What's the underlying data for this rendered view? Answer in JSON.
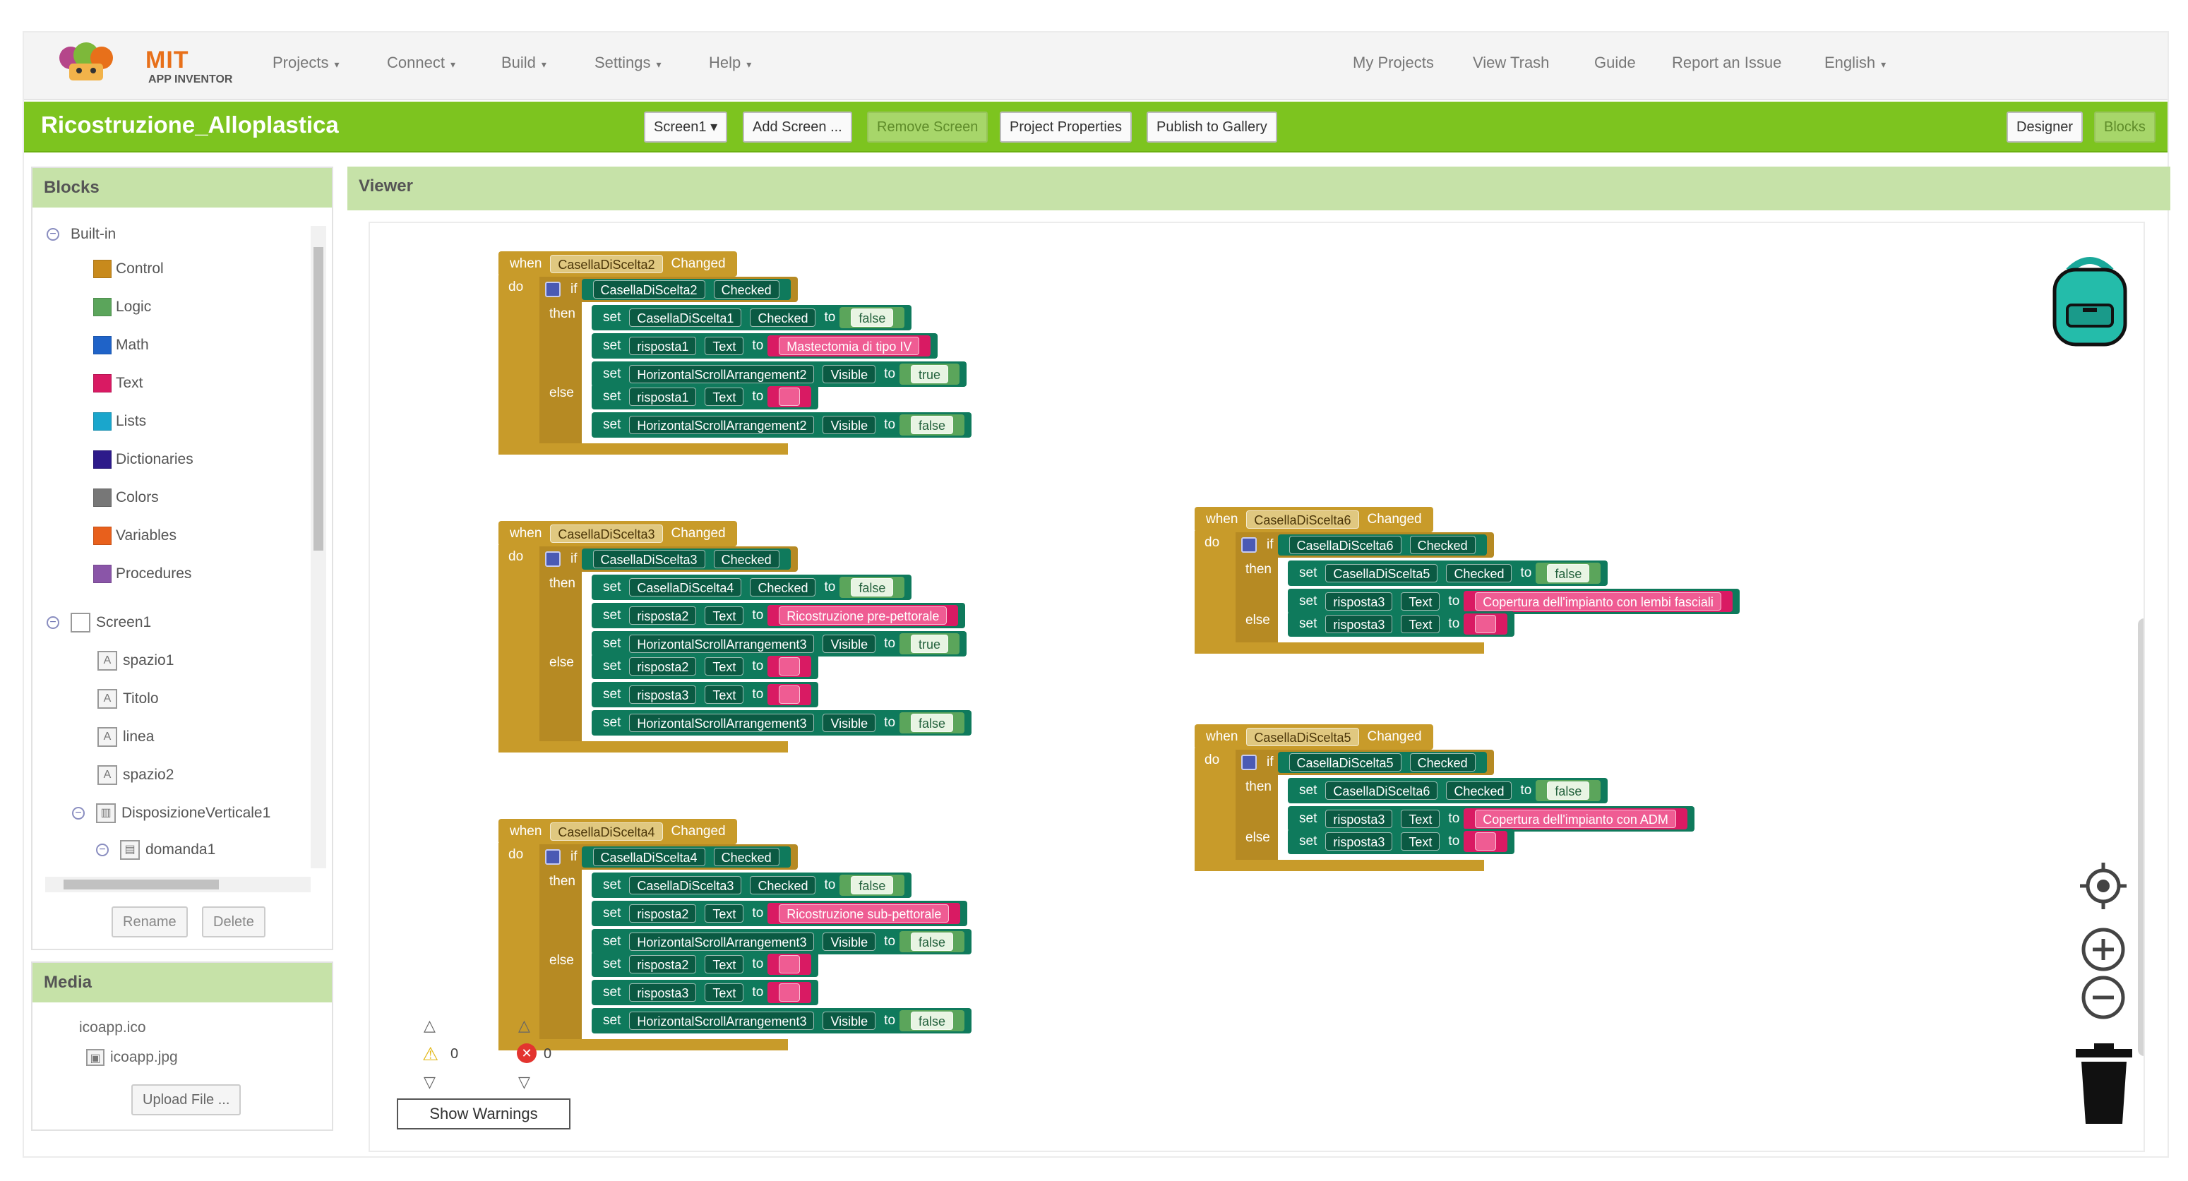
{
  "app": {
    "logo_text": "MIT",
    "logo_sub": "APP INVENTOR"
  },
  "nav_left": [
    {
      "label": "Projects"
    },
    {
      "label": "Connect"
    },
    {
      "label": "Build"
    },
    {
      "label": "Settings"
    },
    {
      "label": "Help"
    }
  ],
  "nav_right": {
    "my_projects": "My Projects",
    "view_trash": "View Trash",
    "guide": "Guide",
    "report": "Report an Issue",
    "language": "English"
  },
  "project": {
    "title": "Ricostruzione_Alloplastica",
    "screen_select": "Screen1",
    "add_screen": "Add Screen ...",
    "remove_screen": "Remove Screen",
    "properties": "Project Properties",
    "publish": "Publish to Gallery",
    "designer": "Designer",
    "blocks": "Blocks"
  },
  "blocks_panel": {
    "title": "Blocks",
    "builtin": "Built-in",
    "categories": [
      {
        "label": "Control",
        "color": "#c88a1c"
      },
      {
        "label": "Logic",
        "color": "#5ba55b"
      },
      {
        "label": "Math",
        "color": "#1f63c8"
      },
      {
        "label": "Text",
        "color": "#d91a63"
      },
      {
        "label": "Lists",
        "color": "#1aa6cc"
      },
      {
        "label": "Dictionaries",
        "color": "#2d1a8a"
      },
      {
        "label": "Colors",
        "color": "#777777"
      },
      {
        "label": "Variables",
        "color": "#e8601c"
      },
      {
        "label": "Procedures",
        "color": "#8a55a8"
      }
    ],
    "screen": "Screen1",
    "components": [
      "spazio1",
      "Titolo",
      "linea",
      "spazio2"
    ],
    "container": "DisposizioneVerticale1",
    "sub_component": "domanda1",
    "rename": "Rename",
    "delete": "Delete"
  },
  "media_panel": {
    "title": "Media",
    "files": [
      "icoapp.ico",
      "icoapp.jpg"
    ],
    "upload": "Upload File ..."
  },
  "viewer": {
    "title": "Viewer",
    "warnings_count": "0",
    "errors_count": "0",
    "show_warnings": "Show Warnings"
  },
  "kw": {
    "when": "when",
    "changed": "Changed",
    "changed_alt": ".Changed",
    "do": "do",
    "if": "if",
    "then": "then",
    "else": "else",
    "set": "set",
    "to": "to",
    "checked": "Checked",
    "text": "Text",
    "text_lc": "Text",
    "visible": "Visible",
    "true": "true",
    "false": "false",
    "empty": " "
  },
  "events": [
    {
      "component": "CasellaDiScelta2",
      "if_comp": "CasellaDiScelta2",
      "then": [
        {
          "comp": "CasellaDiScelta1",
          "prop": "Checked",
          "value": "false",
          "kind": "logic"
        },
        {
          "comp": "risposta1",
          "prop": "Text",
          "value": "Mastectomia di tipo IV",
          "kind": "text"
        },
        {
          "comp": "HorizontalScrollArrangement2",
          "prop": "Visible",
          "value": "true",
          "kind": "logic"
        }
      ],
      "else": [
        {
          "comp": "risposta1",
          "prop": "Text",
          "value": "",
          "kind": "text"
        },
        {
          "comp": "HorizontalScrollArrangement2",
          "prop": "Visible",
          "value": "false",
          "kind": "logic"
        }
      ]
    },
    {
      "component": "CasellaDiScelta3",
      "if_comp": "CasellaDiScelta3",
      "then": [
        {
          "comp": "CasellaDiScelta4",
          "prop": "Checked",
          "value": "false",
          "kind": "logic"
        },
        {
          "comp": "risposta2",
          "prop": "Text",
          "value": "Ricostruzione pre-pettorale",
          "kind": "text"
        },
        {
          "comp": "HorizontalScrollArrangement3",
          "prop": "Visible",
          "value": "true",
          "kind": "logic"
        }
      ],
      "else": [
        {
          "comp": "risposta2",
          "prop": "Text",
          "value": "",
          "kind": "text"
        },
        {
          "comp": "risposta3",
          "prop": "Text",
          "value": "",
          "kind": "text"
        },
        {
          "comp": "HorizontalScrollArrangement3",
          "prop": "Visible",
          "value": "false",
          "kind": "logic"
        }
      ]
    },
    {
      "component": "CasellaDiScelta4",
      "if_comp": "CasellaDiScelta4",
      "then": [
        {
          "comp": "CasellaDiScelta3",
          "prop": "Checked",
          "value": "false",
          "kind": "logic"
        },
        {
          "comp": "risposta2",
          "prop": "Text",
          "value": "Ricostruzione sub-pettorale",
          "kind": "text"
        },
        {
          "comp": "HorizontalScrollArrangement3",
          "prop": "Visible",
          "value": "false",
          "kind": "logic"
        }
      ],
      "else": [
        {
          "comp": "risposta2",
          "prop": "Text",
          "value": "",
          "kind": "text"
        },
        {
          "comp": "risposta3",
          "prop": "Text",
          "value": "",
          "kind": "text"
        },
        {
          "comp": "HorizontalScrollArrangement3",
          "prop": "Visible",
          "value": "false",
          "kind": "logic"
        }
      ]
    },
    {
      "component": "CasellaDiScelta6",
      "if_comp": "CasellaDiScelta6",
      "then": [
        {
          "comp": "CasellaDiScelta5",
          "prop": "Checked",
          "value": "false",
          "kind": "logic"
        },
        {
          "comp": "risposta3",
          "prop": "Text",
          "value": "Copertura dell'impianto con lembi fasciali",
          "kind": "text"
        }
      ],
      "else": [
        {
          "comp": "risposta3",
          "prop": "Text",
          "value": "",
          "kind": "text"
        }
      ]
    },
    {
      "component": "CasellaDiScelta5",
      "if_comp": "CasellaDiScelta5",
      "then": [
        {
          "comp": "CasellaDiScelta6",
          "prop": "Checked",
          "value": "false",
          "kind": "logic"
        },
        {
          "comp": "risposta3",
          "prop": "Text",
          "value": "Copertura dell'impianto con ADM",
          "kind": "text"
        }
      ],
      "else": [
        {
          "comp": "risposta3",
          "prop": "Text",
          "value": "",
          "kind": "text"
        }
      ]
    }
  ]
}
